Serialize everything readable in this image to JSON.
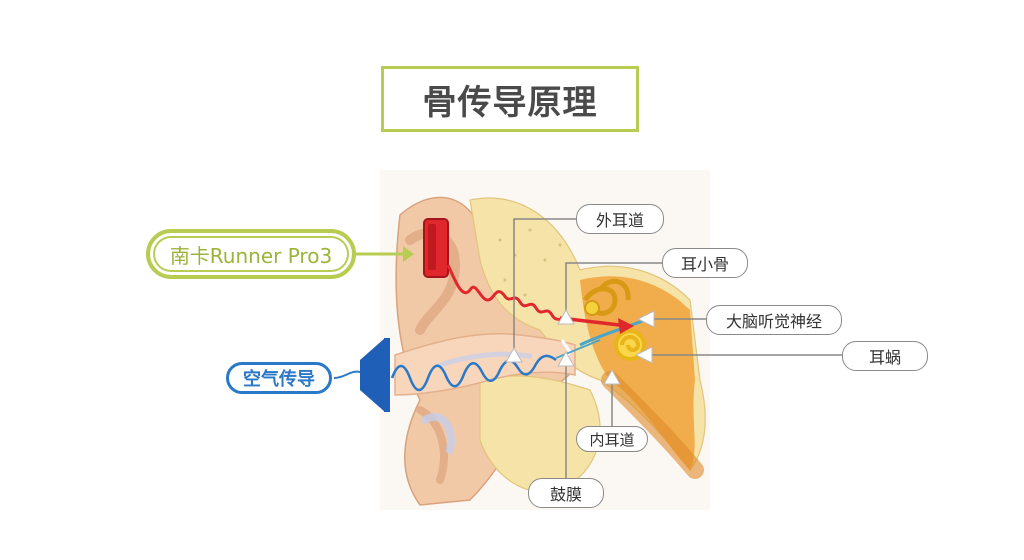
{
  "title": "骨传导原理",
  "labels": {
    "product": "南卡Runner Pro3",
    "air_conduction": "空气传导",
    "outer_ear_canal": "外耳道",
    "ossicles": "耳小骨",
    "auditory_nerve": "大脑听觉神经",
    "cochlea": "耳蜗",
    "inner_ear_canal": "内耳道",
    "eardrum": "鼓膜"
  },
  "colors": {
    "title_border": "#b8cc52",
    "bone_wave": "#e0282c",
    "air_wave": "#2a78c8",
    "skin": "#f2c9a6",
    "bone": "#f6e3a8",
    "inner_ear": "#f0a23c"
  }
}
